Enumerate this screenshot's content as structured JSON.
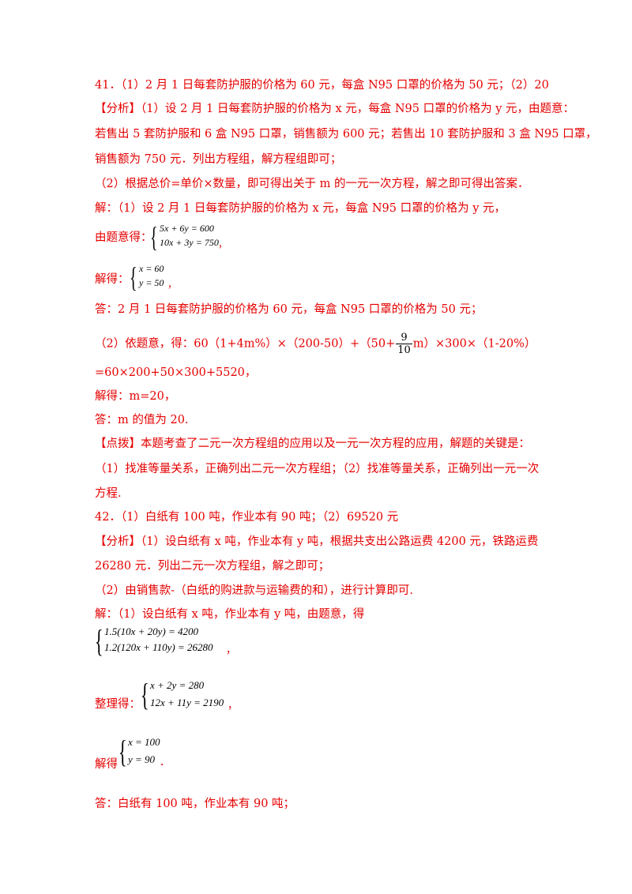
{
  "q41": {
    "answer": "41．（1）2 月 1 日每套防护服的价格为 60 元，每盒 N95 口罩的价格为 50 元；（2）20",
    "analysis_tag": "【分析】",
    "analysis_1": "（1）设 2 月 1 日每套防护服的价格为 x 元，每盒 N95 口罩的价格为 y 元，由题意：",
    "analysis_2": "若售出 5 套防护服和 6 盒 N95 口罩，销售额为 600 元；若售出 10 套防护服和 3 盒 N95 口罩，",
    "analysis_3": "销售额为 750 元．列出方程组，解方程组即可；",
    "analysis_4": "（2）根据总价=单价×数量，即可得出关于 m 的一元一次方程，解之即可得出答案．",
    "solution_1": "解：（1）设 2 月 1 日每套防护服的价格为 x 元，每盒 N95 口罩的价格为 y 元，",
    "setup_label": "由题意得：",
    "setup_eq1": "5x + 6y = 600",
    "setup_eq2": "10x + 3y = 750",
    "setup_comma": "，",
    "solve_label": "解得：",
    "solve_eq1": "x = 60",
    "solve_eq2": "y = 50",
    "solve_comma": "，",
    "answer_1": "答：2 月 1 日每套防护服的价格为 60 元，每盒 N95 口罩的价格为 50 元；",
    "part2_a": "（2）依题意，得：60（1+4m%）×（200-50）+（50+",
    "frac_num": "9",
    "frac_den": "10",
    "part2_b": "m）×300×（1-20%）",
    "part2_c": "=60×200+50×300+5520，",
    "part2_d": "解得：m=20，",
    "part2_e": "答：m 的值为 20.",
    "comment_tag": "【点拨】",
    "comment_1": "本题考查了二元一次方程组的应用以及一元一次方程的应用，解题的关键是：",
    "comment_2": "（1）找准等量关系，正确列出二元一次方程组；（2）找准等量关系，正确列出一元一次",
    "comment_3": "方程."
  },
  "q42": {
    "answer": "42．（1）白纸有 100 吨，作业本有 90 吨；（2）69520 元",
    "analysis_tag": "【分析】",
    "analysis_1": "（1）设白纸有 x 吨，作业本有 y 吨，根据共支出公路运费 4200 元，铁路运费",
    "analysis_2": "26280 元．列出二元一次方程组，解之即可；",
    "analysis_3": "（2）由销售款-（白纸的购进款与运输费的和），进行计算即可.",
    "solution_1": "解：（1）设白纸有 x 吨，作业本有 y 吨，由题意，得",
    "setup_eq1": "1.5(10x + 20y) = 4200",
    "setup_eq2": "1.2(120x + 110y) = 26280",
    "setup_comma": "，",
    "simplify_label": "整理得：",
    "simplify_eq1": "x + 2y = 280",
    "simplify_eq2": "12x + 11y = 2190",
    "simplify_comma": "，",
    "solve_label": "解得",
    "solve_eq1": "x = 100",
    "solve_eq2": "y = 90",
    "solve_dot": "．",
    "answer_1": "答：白纸有 100 吨，作业本有 90 吨；"
  }
}
